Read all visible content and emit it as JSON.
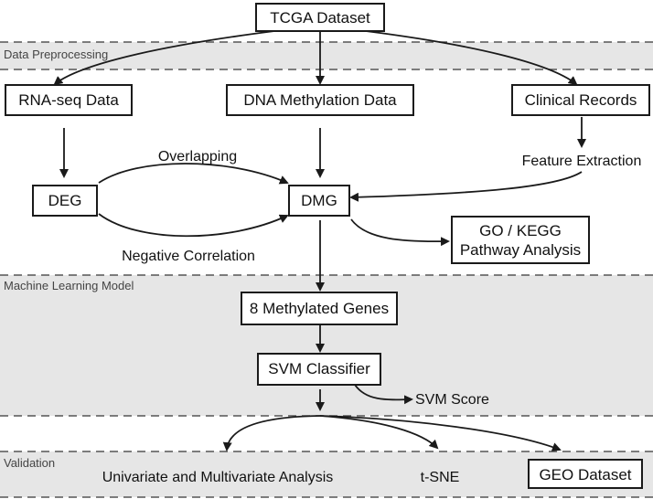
{
  "sections": {
    "preprocessing": "Data Preprocessing",
    "ml_model": "Machine Learning Model",
    "validation": "Validation"
  },
  "nodes": {
    "tcga": "TCGA Dataset",
    "rnaseq": "RNA-seq Data",
    "methylation": "DNA Methylation Data",
    "clinical": "Clinical Records",
    "feature_extraction": "Feature Extraction",
    "deg": "DEG",
    "dmg": "DMG",
    "go_kegg_line1": "GO / KEGG",
    "go_kegg_line2": "Pathway Analysis",
    "methylated_genes": "8 Methylated Genes",
    "svm_classifier": "SVM Classifier",
    "svm_score": "SVM Score",
    "univariate": "Univariate and Multivariate Analysis",
    "tsne": "t-SNE",
    "geo": "GEO Dataset"
  },
  "edge_labels": {
    "overlapping": "Overlapping",
    "negative_correlation": "Negative Correlation"
  },
  "colors": {
    "band": "#e6e6e6",
    "line": "#1a1a1a",
    "dash": "#555555"
  }
}
